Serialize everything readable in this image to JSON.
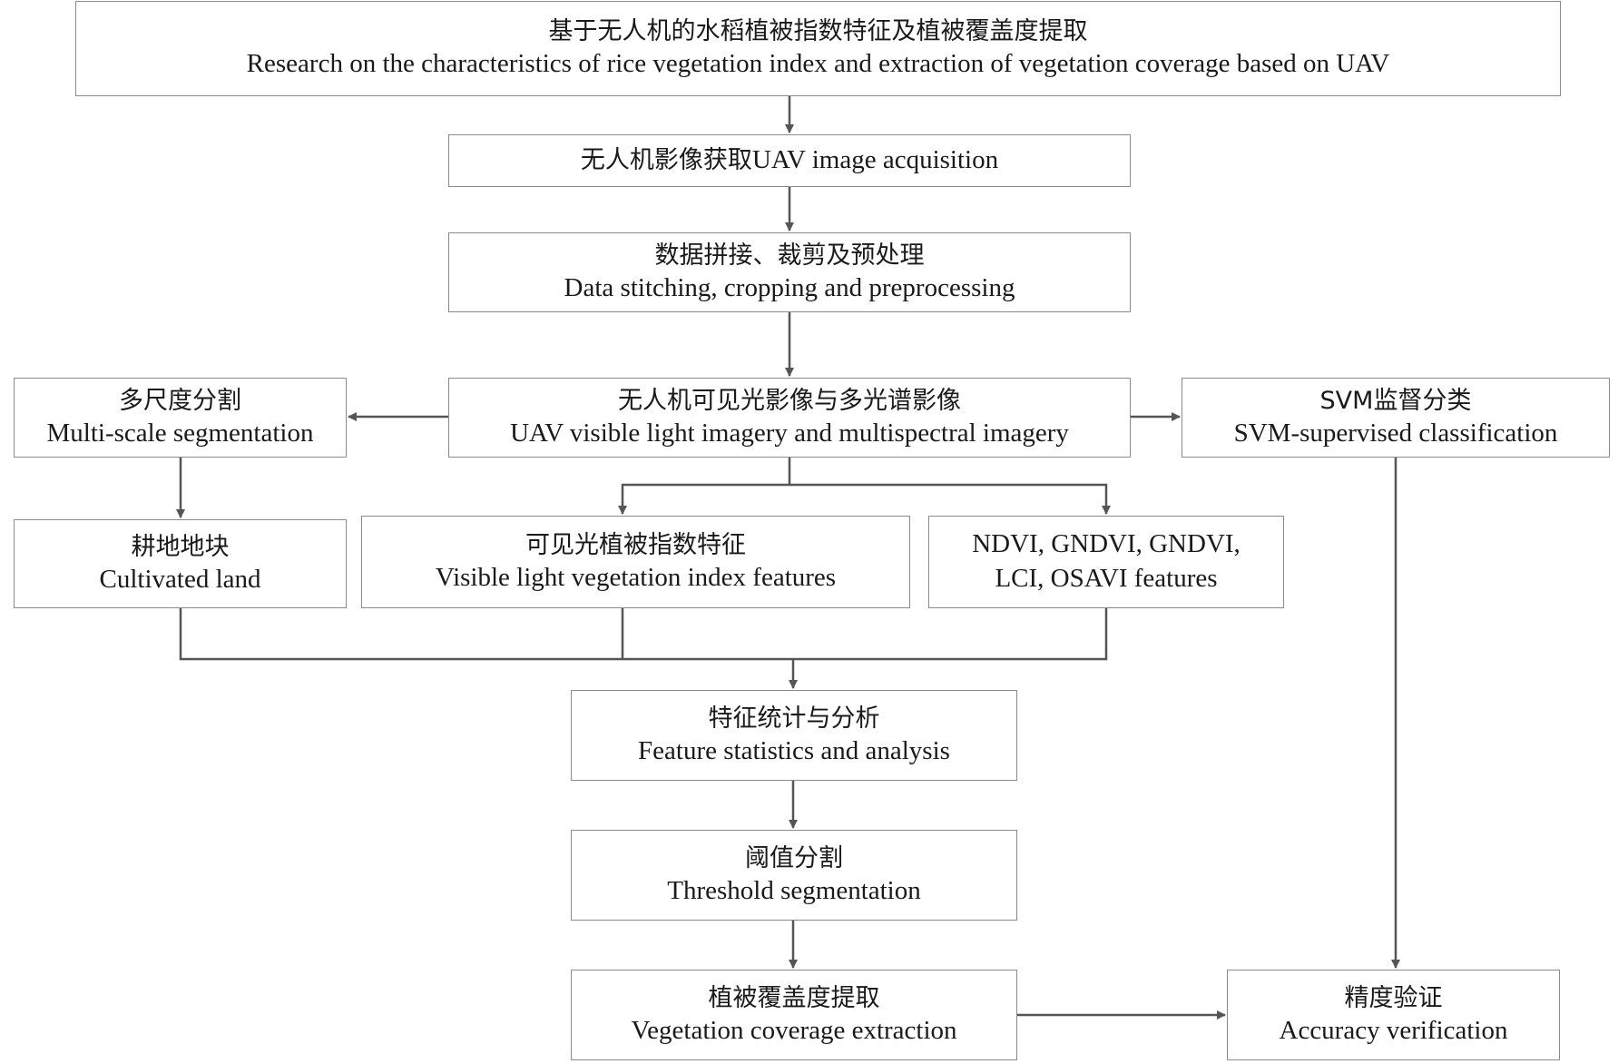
{
  "nodes": {
    "title": {
      "zh": "基于无人机的水稻植被指数特征及植被覆盖度提取",
      "en": "Research on the characteristics of rice vegetation index and extraction of vegetation coverage based on UAV"
    },
    "acquisition": {
      "zh": "无人机影像获取",
      "en": "UAV image acquisition"
    },
    "preprocess": {
      "zh": "数据拼接、裁剪及预处理",
      "en": "Data stitching, cropping and preprocessing"
    },
    "imagery": {
      "zh": "无人机可见光影像与多光谱影像",
      "en": "UAV visible light imagery and multispectral imagery"
    },
    "segmentation": {
      "zh": "多尺度分割",
      "en": "Multi-scale segmentation"
    },
    "svm": {
      "zh": "SVM监督分类",
      "en": "SVM-supervised classification"
    },
    "cultivated": {
      "zh": "耕地地块",
      "en": "Cultivated land"
    },
    "visible_vi": {
      "zh": "可见光植被指数特征",
      "en": "Visible light vegetation index features"
    },
    "ms_vi": {
      "line1": "NDVI, GNDVI, GNDVI,",
      "line2": "LCI, OSAVI features"
    },
    "stats": {
      "zh": "特征统计与分析",
      "en": "Feature statistics and analysis"
    },
    "threshold": {
      "zh": "阈值分割",
      "en": "Threshold segmentation"
    },
    "coverage": {
      "zh": "植被覆盖度提取",
      "en": "Vegetation coverage extraction"
    },
    "accuracy": {
      "zh": "精度验证",
      "en": "Accuracy verification"
    }
  },
  "colors": {
    "border": "#8a8a8a",
    "connector": "#555555",
    "text": "#1a1a1a"
  }
}
